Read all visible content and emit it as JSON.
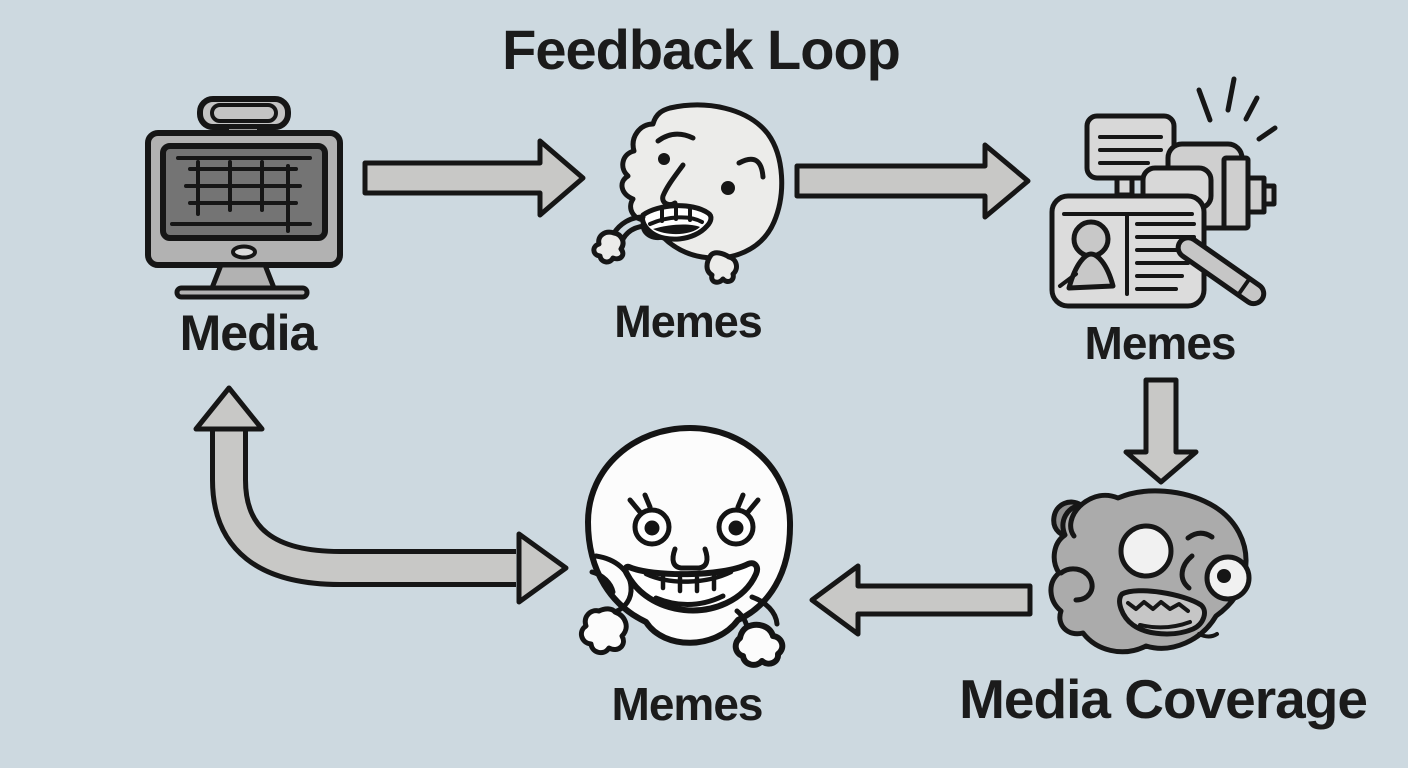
{
  "title": "Feedback Loop",
  "colors": {
    "background": "#cdd9e0",
    "arrow_fill": "#c8c8c6",
    "outline": "#161616",
    "text": "#1b1b1b"
  },
  "nodes": [
    {
      "id": "media",
      "label": "Media",
      "icon": "tv-monitor-icon"
    },
    {
      "id": "memes_created",
      "label": "Memes",
      "icon": "troll-face-icon"
    },
    {
      "id": "memes_reported",
      "label": "Memes",
      "icon": "news-article-camera-icon"
    },
    {
      "id": "media_coverage",
      "label": "Media Coverage",
      "icon": "distorted-face-icon"
    },
    {
      "id": "memes_amplified",
      "label": "Memes",
      "icon": "grinning-face-icon"
    }
  ],
  "arrows": [
    {
      "from": "media",
      "to": "memes_created",
      "shape": "straight-right"
    },
    {
      "from": "memes_created",
      "to": "memes_reported",
      "shape": "straight-right"
    },
    {
      "from": "memes_reported",
      "to": "media_coverage",
      "shape": "straight-down"
    },
    {
      "from": "media_coverage",
      "to": "memes_amplified",
      "shape": "straight-left"
    },
    {
      "from": "memes_amplified",
      "to": "media",
      "shape": "curved-up-double-head"
    }
  ]
}
